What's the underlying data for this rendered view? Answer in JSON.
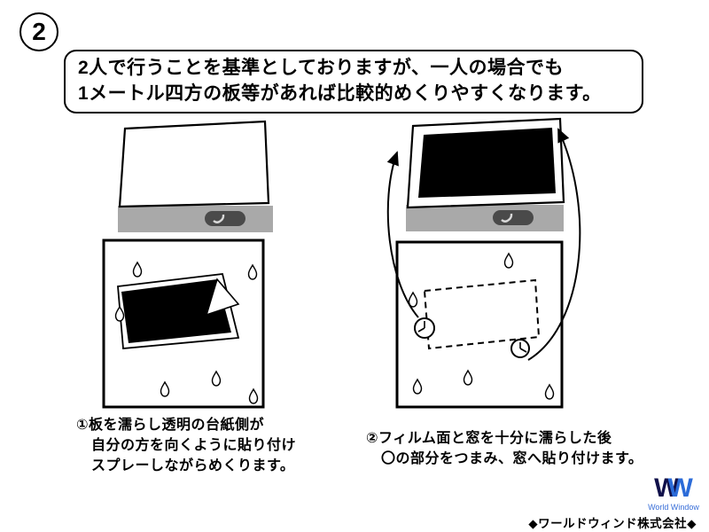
{
  "step": {
    "number": "2"
  },
  "bubble": {
    "line1": "2人で行うことを基準としておりますが、一人の場合でも",
    "line2": "1メートル四方の板等があれば比較的めくりやすくなります。"
  },
  "left_caption": {
    "line1": "①板を濡らし透明の台紙側が",
    "line2": "自分の方を向くように貼り付け",
    "line3": "スプレーしながらめくります。"
  },
  "right_caption": {
    "line1": "②フィルム面と窓を十分に濡らした後",
    "line2": "〇の部分をつまみ、窓へ貼り付けます。"
  },
  "footer": {
    "logo_w1": "W",
    "logo_w2": "W",
    "logo_caption": "World Window",
    "company": "◆ワールドウィンド株式会社◆"
  },
  "colors": {
    "gray_bar": "#a9a9a9",
    "spray_body": "#4a4a4a",
    "logo_dark": "#10104a",
    "logo_blue": "#2b6bd8",
    "logo_text_blue": "#3a6fd8"
  }
}
